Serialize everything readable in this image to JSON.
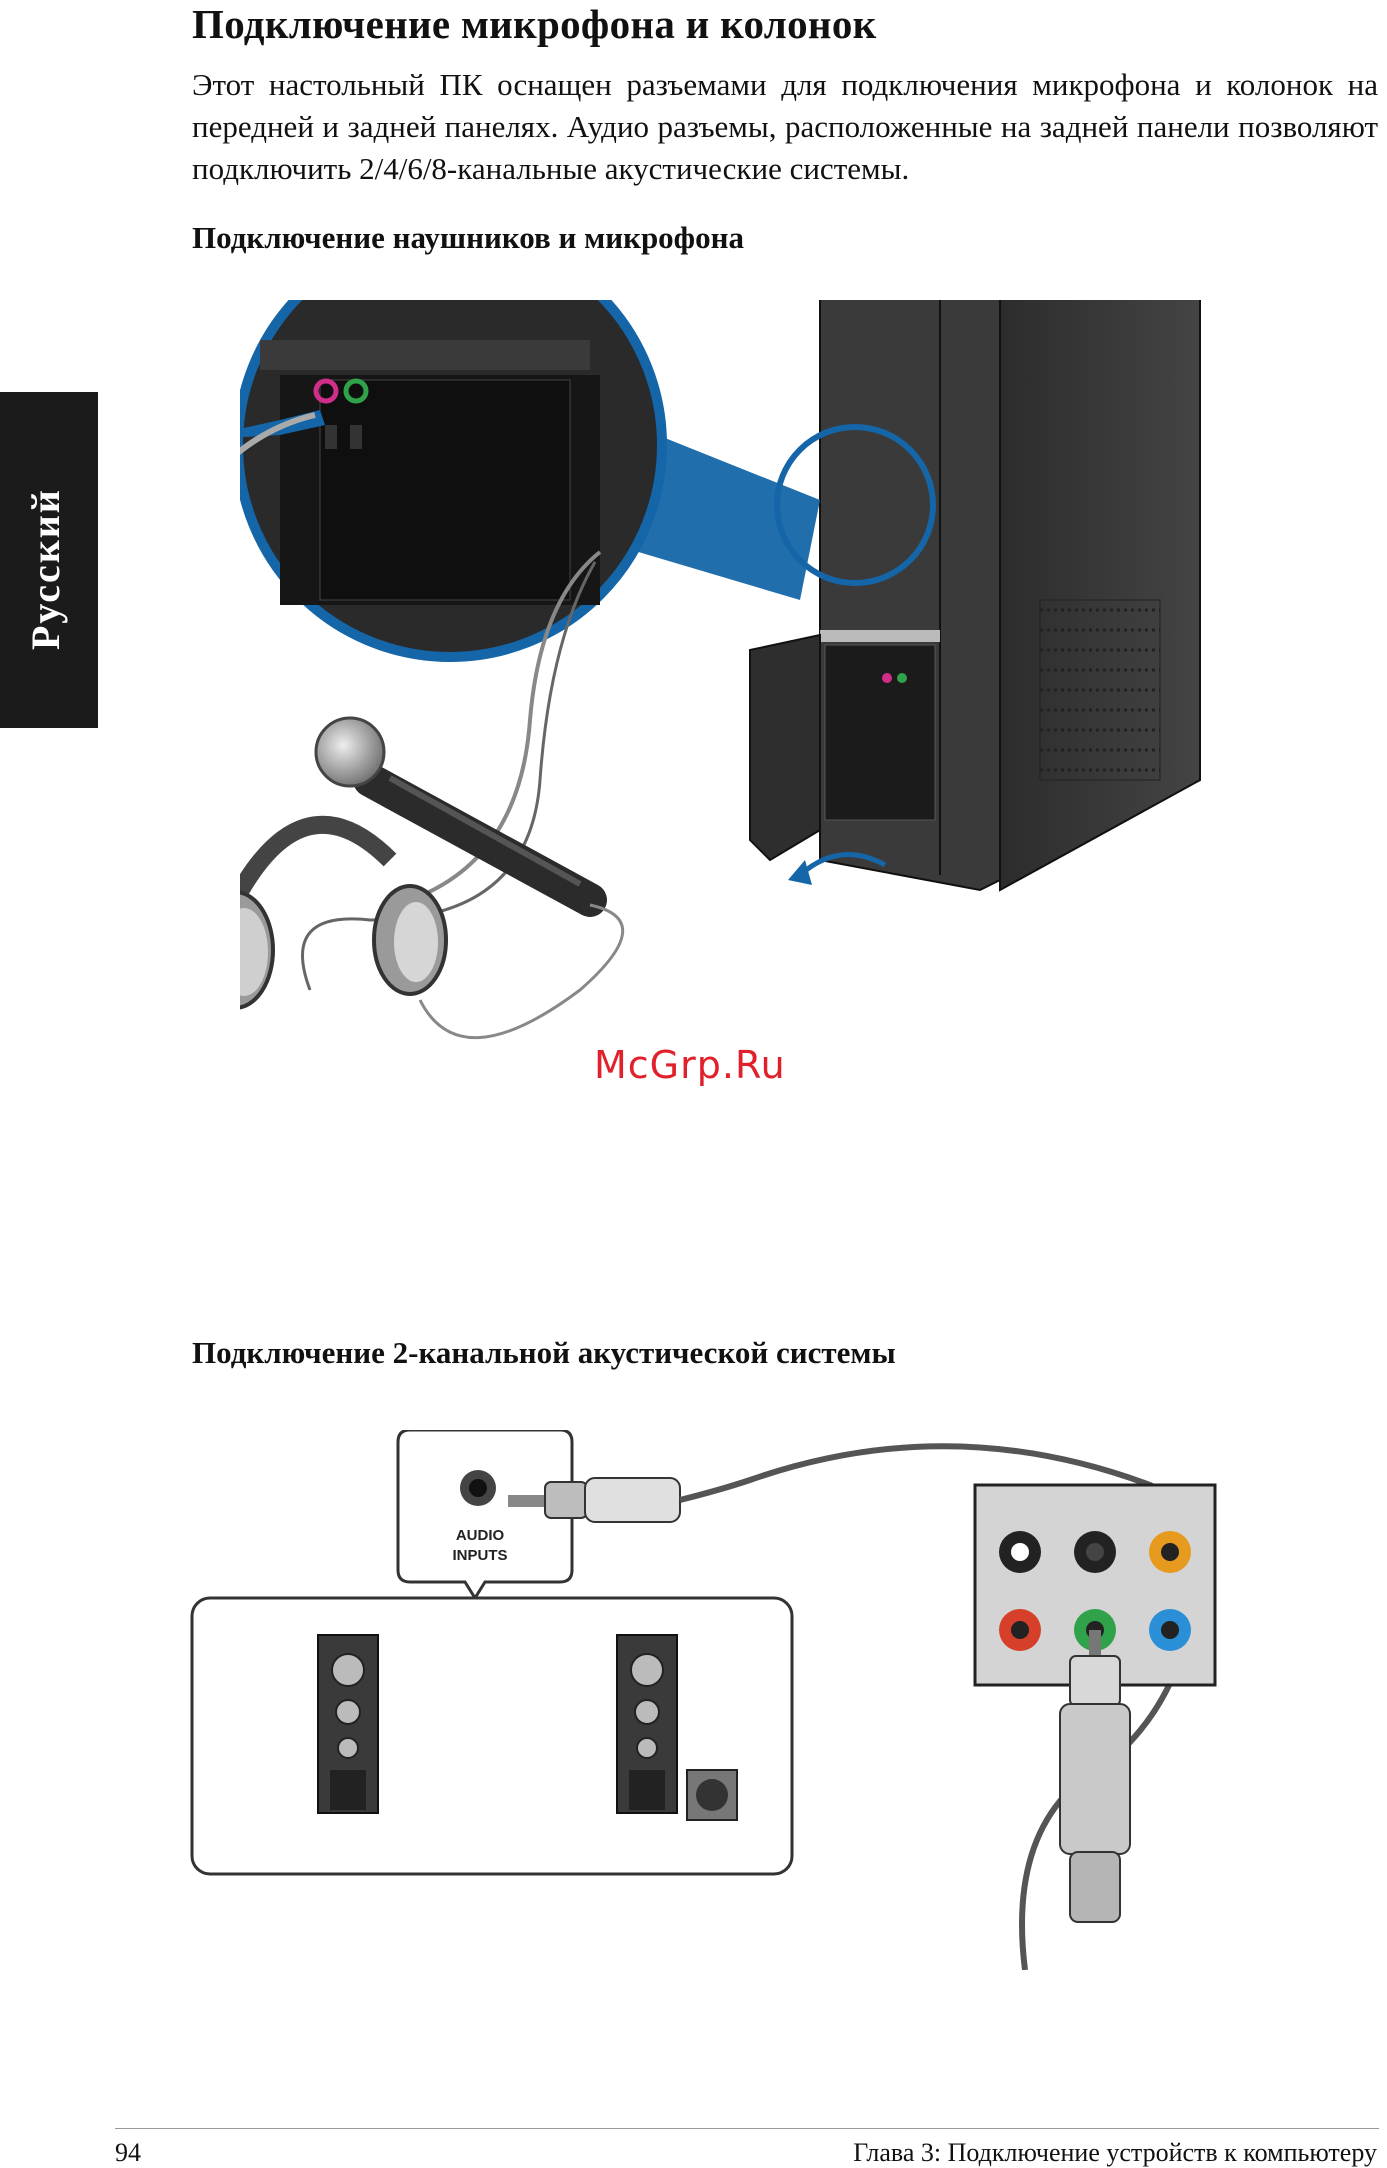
{
  "side_tab": {
    "label": "Русский"
  },
  "heading": "Подключение микрофона и колонок",
  "intro": "Этот настольный ПК оснащен разъемами для подключения микрофона и колонок на передней и задней панелях. Аудио разъемы, расположенные на задней панели позволяют подключить 2/4/6/8-канальные акустические системы.",
  "sections": [
    {
      "title": "Подключение наушников и микрофона"
    },
    {
      "title": "Подключение 2-канальной акустической системы"
    }
  ],
  "figure2": {
    "port_label_line1": "AUDIO",
    "port_label_line2": "INPUTS"
  },
  "watermark": "McGrp.Ru",
  "footer": {
    "page_number": "94",
    "chapter": "Глава 3: Подключение устройств к компьютеру"
  },
  "colors": {
    "accent_blue": "#1566a8",
    "jack_pink": "#d02e8a",
    "jack_green": "#2fa24a",
    "jack_orange": "#e69a1e",
    "jack_red": "#d6402a",
    "jack_blue": "#2a8fd6",
    "watermark_red": "#e0202a"
  }
}
